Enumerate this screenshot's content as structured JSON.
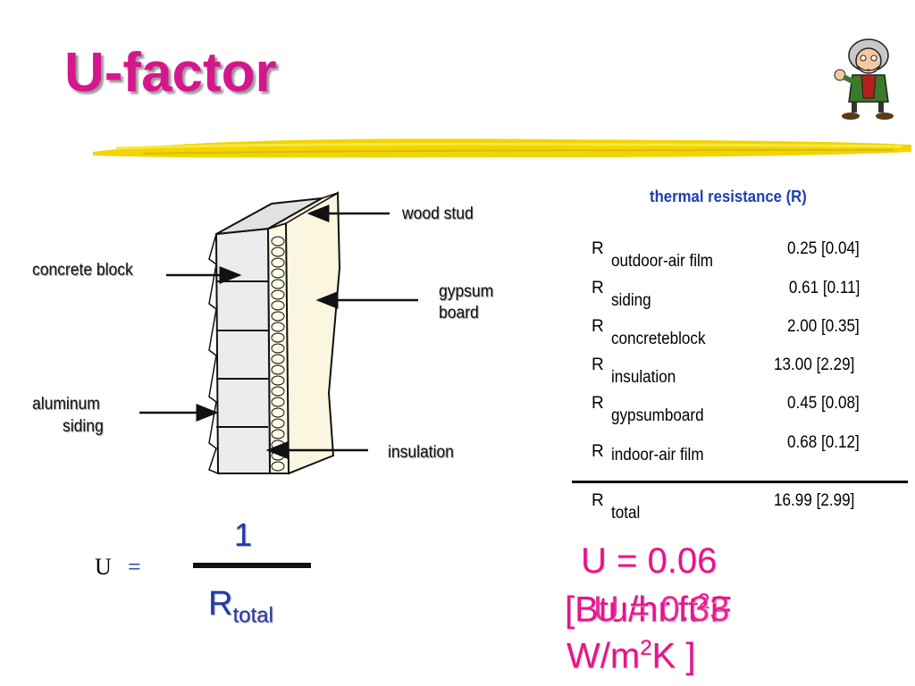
{
  "slide": {
    "title": "U-factor",
    "mascot_icon": "old-man-cartoon-icon",
    "brush_color": "#f2d400",
    "title_color": "#d6168c"
  },
  "diagram": {
    "labels": {
      "wood_stud": "wood stud",
      "concrete_block": "concrete block",
      "gypsum_1": "gypsum",
      "gypsum_2": "board",
      "aluminum_1": "aluminum",
      "aluminum_2": "siding",
      "insulation": "insulation"
    }
  },
  "table": {
    "heading": "thermal resistance (R)",
    "r_symbol": "R",
    "rows": [
      {
        "sub": "outdoor-air film",
        "value": "0.25  [0.04]"
      },
      {
        "sub": "siding",
        "value": "0.61  [0.11]"
      },
      {
        "sub": "concreteblock",
        "value": "2.00  [0.35]"
      },
      {
        "sub": "insulation",
        "value": "13.00  [2.29]"
      },
      {
        "sub": "gypsumboard",
        "value": "0.45  [0.08]"
      },
      {
        "sub": "indoor-air film",
        "value": "0.68  [0.12]"
      }
    ],
    "total": {
      "sub": "total",
      "value": "16.99  [2.99]"
    }
  },
  "formula": {
    "u": "U",
    "equals": "=",
    "numerator": "1",
    "denominator": "R",
    "denominator_sub": "total"
  },
  "result": {
    "line1": "U  =  0.06",
    "line2_a": "[Btu/hr.ft",
    "line2_sup": "2",
    "line2_b": "F",
    "line3_a": "U = 0.33",
    "line4_a": "W/m",
    "line4_sup": "2",
    "line4_b": "K ]"
  }
}
